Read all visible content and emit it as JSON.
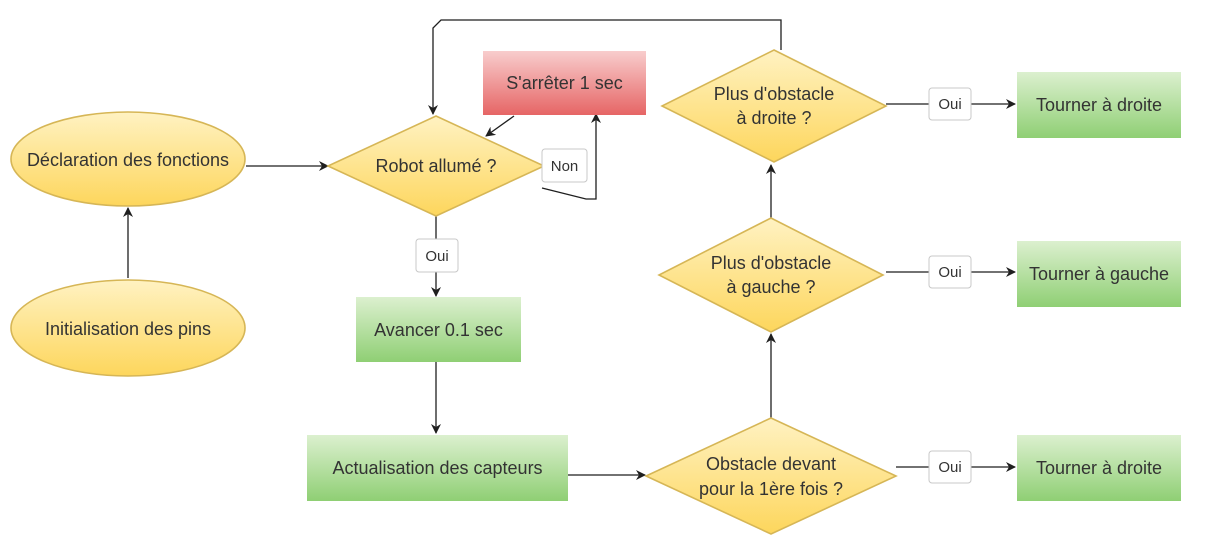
{
  "nodes": {
    "declaration": "Déclaration des fonctions",
    "init_pins": "Initialisation des pins",
    "robot_on": "Robot allumé ?",
    "stop": "S'arrêter 1 sec",
    "advance": "Avancer 0.1  sec",
    "sensors": "Actualisation des capteurs",
    "obstacle_front": [
      "Obstacle devant",
      "pour la 1ère fois ?"
    ],
    "no_obstacle_left": [
      "Plus d'obstacle",
      "à gauche ?"
    ],
    "no_obstacle_right": [
      "Plus d'obstacle",
      "à droite ?"
    ],
    "turn_right_top": "Tourner à droite",
    "turn_left": "Tourner à gauche",
    "turn_right_bottom": "Tourner à droite"
  },
  "edge_labels": {
    "non": "Non",
    "oui_robot": "Oui",
    "oui_front": "Oui",
    "oui_left": "Oui",
    "oui_right": "Oui"
  },
  "colors": {
    "terminal_fill": "#fde07a",
    "terminal_stroke": "#d6b656",
    "decision_fill": "#ffd966",
    "process_green": "#8fcf74",
    "process_red": "#ea6b6b",
    "line": "#1f1f1f"
  }
}
